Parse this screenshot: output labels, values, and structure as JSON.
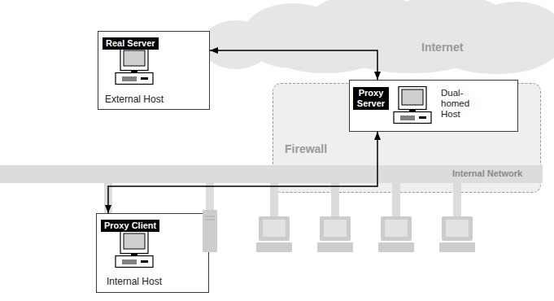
{
  "diagram": {
    "nodes": [
      {
        "text": [
          "Internet"
        ]
      },
      {
        "text": [
          "Real Server",
          "External Host"
        ]
      },
      {
        "text": [
          "Firewall"
        ]
      },
      {
        "text": [
          "Proxy Server",
          "Dual-homed Host"
        ],
        "in": 2
      },
      {
        "text": [
          "Internal Network"
        ]
      },
      {
        "text": [
          "Proxy Client",
          "Internal Host"
        ]
      }
    ],
    "edges": [
      {
        "from": 3,
        "to": 1,
        "arrow": "both"
      },
      {
        "from": 3,
        "to": 5,
        "arrow": "both"
      }
    ]
  }
}
